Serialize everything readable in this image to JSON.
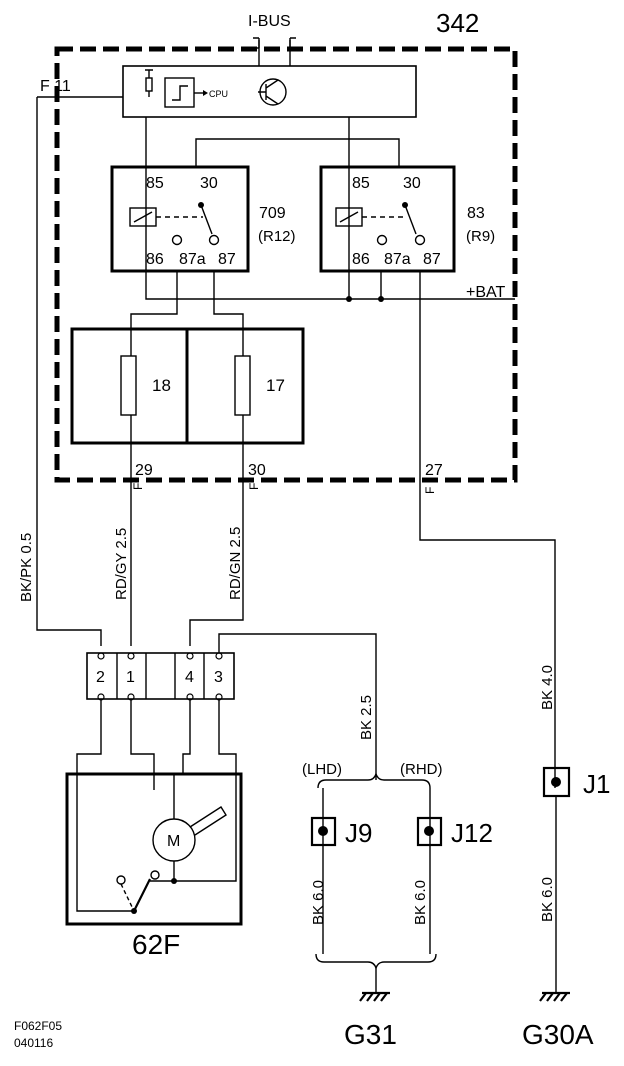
{
  "bus_label": "I-BUS",
  "module_id": "342",
  "cpu_label": "CPU",
  "f11_label": "F 11",
  "bat_label": "+BAT",
  "relay1": {
    "pin85": "85",
    "pin30": "30",
    "pin86": "86",
    "pin87a": "87a",
    "pin87": "87",
    "id": "709",
    "ref": "(R12)"
  },
  "relay2": {
    "pin85": "85",
    "pin30": "30",
    "pin86": "86",
    "pin87a": "87a",
    "pin87": "87",
    "id": "83",
    "ref": "(R9)"
  },
  "fuse1": "18",
  "fuse2": "17",
  "pin29": "29",
  "pin30_out": "30",
  "pin27": "27",
  "f_mark": "F",
  "wire_bkpk": "BK/PK  0.5",
  "wire_rdgy": "RD/GY  2.5",
  "wire_rdgn": "RD/GN  2.5",
  "wire_bk25": "BK  2.5",
  "wire_bk40": "BK  4.0",
  "wire_bk60_a": "BK  6.0",
  "wire_bk60_b": "BK  6.0",
  "wire_bk60_c": "BK  6.0",
  "conn_pins": [
    "2",
    "1",
    "4",
    "3"
  ],
  "motor_label": "M",
  "motor_id": "62F",
  "lhd": "(LHD)",
  "rhd": "(RHD)",
  "j9": "J9",
  "j12": "J12",
  "j1": "J1",
  "g31": "G31",
  "g30a": "G30A",
  "fig_code": "F062F05",
  "fig_date": "040116"
}
